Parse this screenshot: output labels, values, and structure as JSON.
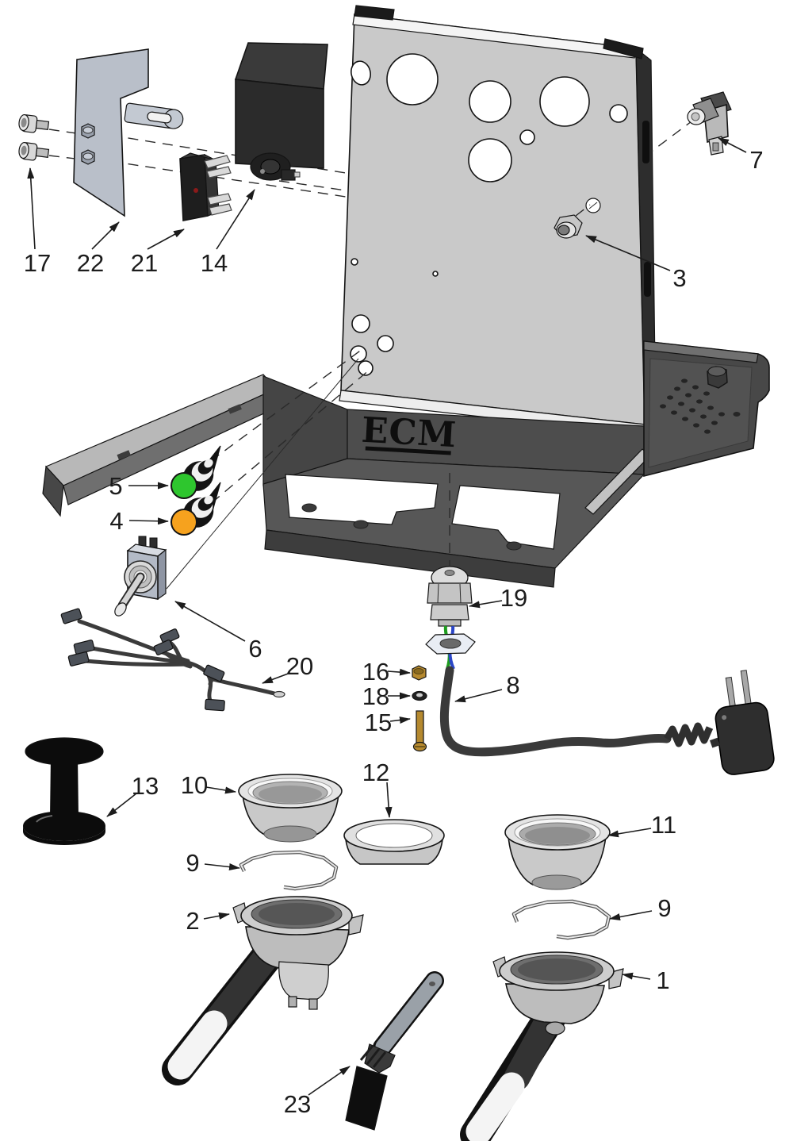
{
  "logo": {
    "text": "ECM"
  },
  "colors": {
    "indicator_green": "#2ec62e",
    "indicator_amber": "#f6a21e",
    "brass": "#b5892f",
    "wire_green": "#1f9c1f",
    "wire_blue": "#2b46c8"
  },
  "callouts": [
    {
      "number": "17",
      "part": "socket-head-screws"
    },
    {
      "number": "22",
      "part": "mounting-bracket"
    },
    {
      "number": "21",
      "part": "micro-switch"
    },
    {
      "number": "14",
      "part": "transformer-box"
    },
    {
      "number": "7",
      "part": "sensor-switch"
    },
    {
      "number": "3",
      "part": "hex-collar-nut"
    },
    {
      "number": "5",
      "part": "green-indicator-lamp"
    },
    {
      "number": "4",
      "part": "amber-indicator-lamp"
    },
    {
      "number": "6",
      "part": "toggle-switch"
    },
    {
      "number": "20",
      "part": "wiring-harness"
    },
    {
      "number": "19",
      "part": "cable-gland"
    },
    {
      "number": "16",
      "part": "brass-nut"
    },
    {
      "number": "18",
      "part": "washer"
    },
    {
      "number": "15",
      "part": "brass-screw"
    },
    {
      "number": "8",
      "part": "power-cord"
    },
    {
      "number": "13",
      "part": "tamper"
    },
    {
      "number": "10",
      "part": "single-filter-basket"
    },
    {
      "number": "12",
      "part": "blind-filter-disc"
    },
    {
      "number": "11",
      "part": "double-filter-basket"
    },
    {
      "number": "9",
      "part": "retaining-spring"
    },
    {
      "number": "2",
      "part": "double-spout-portafilter"
    },
    {
      "number": "9",
      "part": "retaining-spring"
    },
    {
      "number": "1",
      "part": "portafilter"
    },
    {
      "number": "23",
      "part": "cleaning-brush"
    }
  ]
}
